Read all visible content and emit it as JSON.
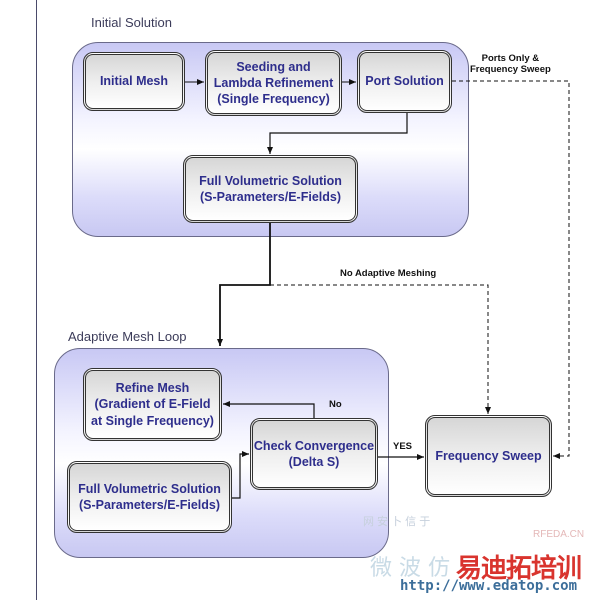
{
  "groups": {
    "initial": {
      "label": "Initial Solution"
    },
    "adaptive": {
      "label": "Adaptive Mesh Loop"
    }
  },
  "nodes": {
    "initial_mesh": {
      "lines": [
        "Initial Mesh"
      ]
    },
    "seeding": {
      "lines": [
        "Seeding and",
        "Lambda Refinement",
        "(Single Frequency)"
      ]
    },
    "port_solution": {
      "lines": [
        "Port Solution"
      ]
    },
    "full_vol_1": {
      "lines": [
        "Full Volumetric Solution",
        "(S-Parameters/E-Fields)"
      ]
    },
    "refine_mesh": {
      "lines": [
        "Refine Mesh",
        "(Gradient of E-Field",
        "at Single Frequency)"
      ]
    },
    "full_vol_2": {
      "lines": [
        "Full Volumetric Solution",
        "(S-Parameters/E-Fields)"
      ]
    },
    "check_conv": {
      "lines": [
        "Check Convergence",
        "(Delta S)"
      ]
    },
    "freq_sweep": {
      "lines": [
        "Frequency Sweep"
      ]
    }
  },
  "edge_labels": {
    "ports_only": [
      "Ports Only &",
      "Frequency Sweep"
    ],
    "no_adaptive": "No Adaptive Meshing",
    "no": "No",
    "yes": "YES"
  },
  "watermark": {
    "site_cn": "RFEDA.CN",
    "brand_cn": "易迪拓培训",
    "left_cn": "微 波 仿",
    "url": "http://www.edatop.com",
    "top_cn": "网 安 卜 信 于"
  },
  "colors": {
    "node_text": "#2e2e8c",
    "group_fill": "#c8c8f4",
    "brand_red": "#d9342e",
    "brand_blue": "#2f78b8"
  }
}
